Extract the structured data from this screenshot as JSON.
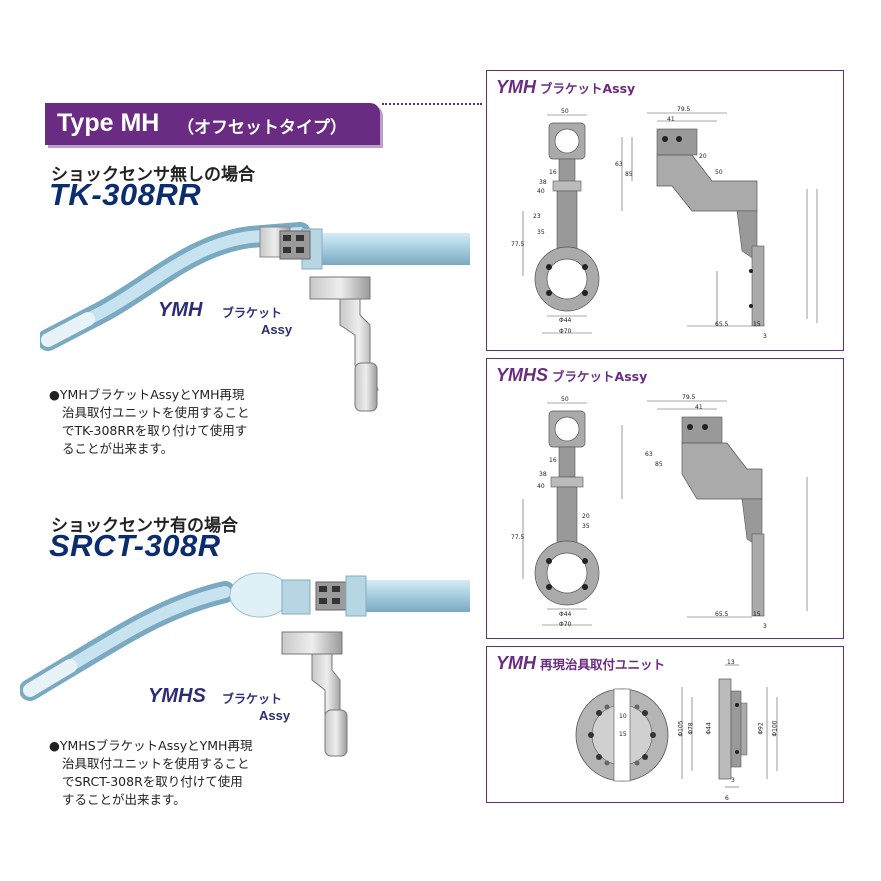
{
  "banner": {
    "type_label": "Type MH",
    "subtitle": "（オフセットタイプ）"
  },
  "case1": {
    "title": "ショックセンサ無しの場合",
    "model": "TK-308RR",
    "bracket_label_a": "YMH",
    "bracket_label_b": "ブラケット",
    "bracket_label_c": "Assy",
    "note_lines": [
      "●YMHブラケットAssyとYMH再現",
      "治具取付ユニットを使用すること",
      "でTK-308RRを取り付けて使用す",
      "ることが出来ます。"
    ]
  },
  "case2": {
    "title": "ショックセンサ有の場合",
    "model": "SRCT-308R",
    "bracket_label_a": "YMHS",
    "bracket_label_b": "ブラケット",
    "bracket_label_c": "Assy",
    "note_lines": [
      "●YMHSブラケットAssyとYMH再現",
      "治具取付ユニットを使用すること",
      "でSRCT-308Rを取り付けて使用",
      "することが出来ます。"
    ]
  },
  "panels": [
    {
      "title_a": "YMH",
      "title_b": "ブラケットAssy",
      "dims": {
        "w50": "50",
        "w79": "79.5",
        "w41": "41",
        "d16": "16",
        "d38": "38",
        "d40": "40",
        "d23": "23",
        "d35": "35",
        "d77": "77.5",
        "d44": "Φ44",
        "d70": "Φ70",
        "d65": "65.5",
        "d15": "15",
        "d3": "3",
        "d50b": "50",
        "d85": "85",
        "d63": "63",
        "d20": "20"
      }
    },
    {
      "title_a": "YMHS",
      "title_b": "ブラケットAssy",
      "dims": {
        "w50": "50",
        "w79": "79.5",
        "w41": "41",
        "d16": "16",
        "d38": "38",
        "d40": "40",
        "d20": "20",
        "d35": "35",
        "d77": "77.5",
        "d44": "Φ44",
        "d70": "Φ70",
        "d65": "65.5",
        "d15": "15",
        "d3": "3",
        "d85": "85",
        "d63": "63"
      }
    },
    {
      "title_a": "YMH",
      "title_b": "再現治具取付ユニット",
      "dims": {
        "d13": "13",
        "d3": "3",
        "d6": "6",
        "d10": "10",
        "d15": "15",
        "d105": "Φ105",
        "d78": "Φ78",
        "d92": "Φ92",
        "d100": "Φ100",
        "d44": "Φ44"
      }
    }
  ],
  "colors": {
    "accent": "#6a2c83",
    "model": "#0b2d6e",
    "label": "#2b2d7a"
  }
}
